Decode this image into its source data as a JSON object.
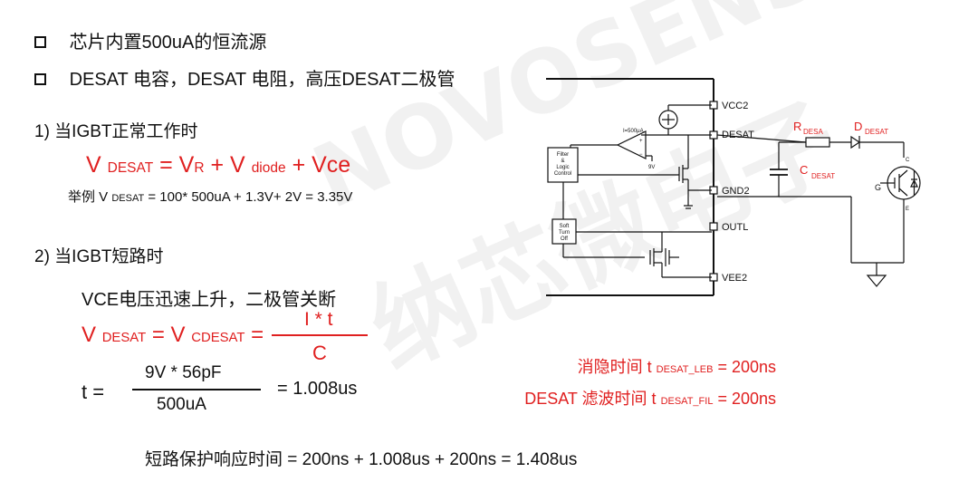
{
  "watermark": {
    "brand": "NOVOSENSE",
    "cn": "纳芯微电子"
  },
  "bullets": [
    "芯片内置500uA的恒流源",
    "DESAT 电容，DESAT 电阻，高压DESAT二极管"
  ],
  "section1": {
    "heading": "1) 当IGBT正常工作时",
    "formula": {
      "v1": "V",
      "sub1": "DESAT",
      "eq": " = ",
      "v2": "V",
      "sub2": "R",
      "plus1": " + V ",
      "sub3": "diode",
      "plus2": " + Vce"
    },
    "example": {
      "pre": "举例 V ",
      "sub": "DESAT",
      "post": " = 100* 500uA + 1.3V+ 2V = 3.35V"
    }
  },
  "section2": {
    "heading": "2) 当IGBT短路时",
    "desc": "VCE电压迅速上升，二极管关断",
    "formula": {
      "v1": "V",
      "sub1": "DESAT",
      "eq1": " = V",
      "sub2": "CDESAT",
      "eq2": " =",
      "num": "I * t",
      "den": "C"
    },
    "t_formula": {
      "lhs": "t =",
      "num": "9V * 56pF",
      "den": "500uA",
      "rhs": "= 1.008us"
    }
  },
  "timing": [
    {
      "pre": "消隐时间 t ",
      "sub": "DESAT_LEB",
      "post": " = 200ns"
    },
    {
      "pre": "DESAT 滤波时间 t ",
      "sub": "DESAT_FIL",
      "post": " = 200ns"
    }
  ],
  "total": "短路保护响应时间 =  200ns + 1.008us + 200ns = 1.408us",
  "circuit": {
    "pins": [
      "VCC2",
      "DESAT",
      "GND2",
      "OUTL",
      "VEE2"
    ],
    "current_source": "I=500μA",
    "ref_voltage": "9V",
    "plus": "+",
    "minus": "−",
    "filter": [
      "Filter",
      "&",
      "Logic",
      "Control"
    ],
    "softoff": [
      "Soft",
      "Turn",
      "Off"
    ],
    "r_label": "R",
    "r_sub": "DESA",
    "d_label": "D",
    "d_sub": "DESAT",
    "c_label": "C",
    "c_sub": "DESAT",
    "igbt_c": "C",
    "igbt_g": "G",
    "igbt_e": "E"
  }
}
